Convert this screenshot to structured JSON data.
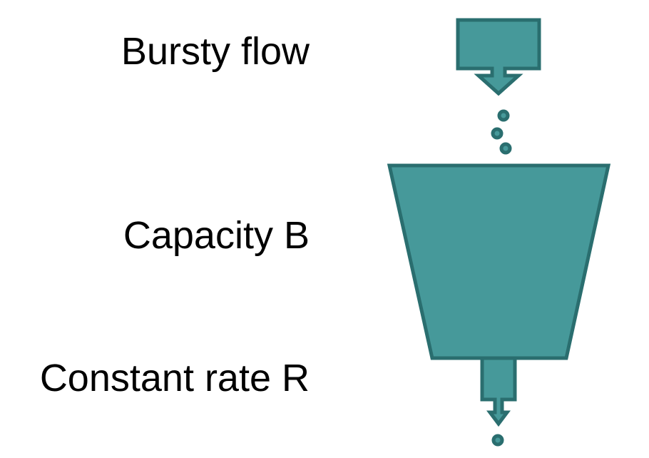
{
  "labels": {
    "bursty_flow": "Bursty flow",
    "capacity": "Capacity B",
    "constant_rate": "Constant rate R"
  },
  "colors": {
    "fill": "#46999a",
    "stroke": "#2a6e6f",
    "text": "#000000",
    "background": "#ffffff"
  }
}
